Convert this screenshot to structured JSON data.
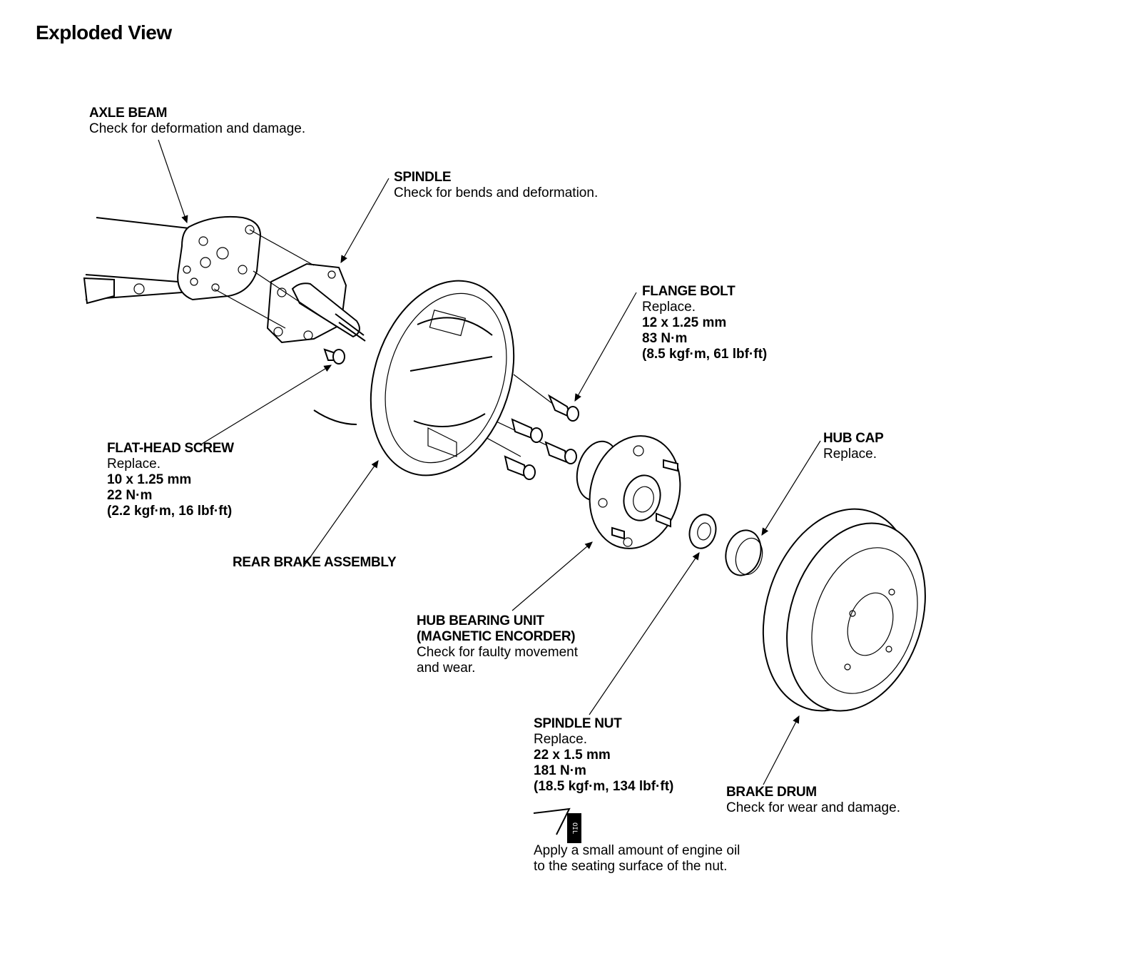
{
  "title": "Exploded View",
  "callouts": {
    "axle_beam": {
      "name": "AXLE BEAM",
      "desc": "Check for deformation and damage."
    },
    "spindle": {
      "name": "SPINDLE",
      "desc": "Check for bends and deformation."
    },
    "flange_bolt": {
      "name": "FLANGE BOLT",
      "desc": "Replace.",
      "size": "12 x 1.25 mm",
      "torque": "83 N·m",
      "torque_alt": "(8.5 kgf·m, 61 lbf·ft)"
    },
    "flat_head_screw": {
      "name": "FLAT-HEAD SCREW",
      "desc": "Replace.",
      "size": "10 x 1.25 mm",
      "torque": "22 N·m",
      "torque_alt": "(2.2 kgf·m, 16 lbf·ft)"
    },
    "rear_brake_assembly": {
      "name": "REAR BRAKE ASSEMBLY"
    },
    "hub_cap": {
      "name": "HUB CAP",
      "desc": "Replace."
    },
    "hub_bearing_unit": {
      "name": "HUB BEARING UNIT",
      "name2": "(MAGNETIC ENCORDER)",
      "desc": "Check for faulty movement",
      "desc2": "and wear."
    },
    "spindle_nut": {
      "name": "SPINDLE NUT",
      "desc": "Replace.",
      "size": "22 x 1.5 mm",
      "torque": "181 N·m",
      "torque_alt": "(18.5 kgf·m, 134 lbf·ft)"
    },
    "brake_drum": {
      "name": "BRAKE DRUM",
      "desc": "Check for wear and damage."
    }
  },
  "oil_note": {
    "badge": "OIL",
    "line1": "Apply a small amount of engine oil",
    "line2": "to the seating surface of the nut."
  }
}
